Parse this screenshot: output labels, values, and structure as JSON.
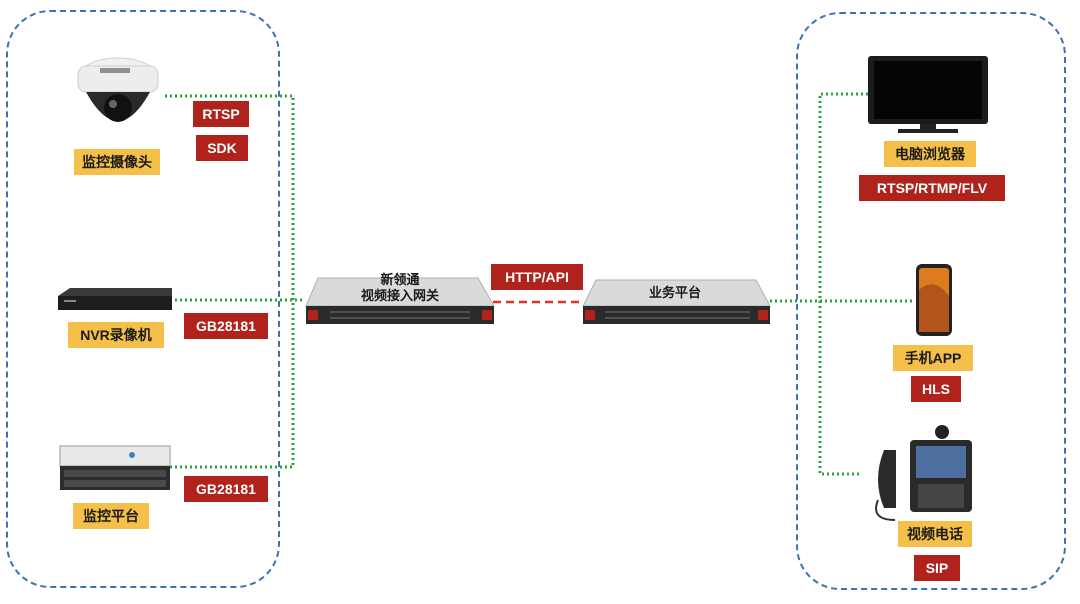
{
  "left_devices": [
    {
      "name": "监控摄像头",
      "protocols": [
        "RTSP",
        "SDK"
      ]
    },
    {
      "name": "NVR录像机",
      "protocols": [
        "GB28181"
      ]
    },
    {
      "name": "监控平台",
      "protocols": [
        "GB28181"
      ]
    }
  ],
  "gateway": {
    "line1": "新领通",
    "line2": "视频接入网关"
  },
  "link_protocol": "HTTP/API",
  "platform": {
    "name": "业务平台"
  },
  "right_clients": [
    {
      "name": "电脑浏览器",
      "protocols": [
        "RTSP/RTMP/FLV"
      ]
    },
    {
      "name": "手机APP",
      "protocols": [
        "HLS"
      ]
    },
    {
      "name": "视频电话",
      "protocols": [
        "SIP"
      ]
    }
  ],
  "colors": {
    "group_border": "#3a72b8",
    "connector": "#2ea23a",
    "http_link": "#d9342b",
    "label_yellow": "#f5c04a",
    "label_red": "#b0221c"
  }
}
